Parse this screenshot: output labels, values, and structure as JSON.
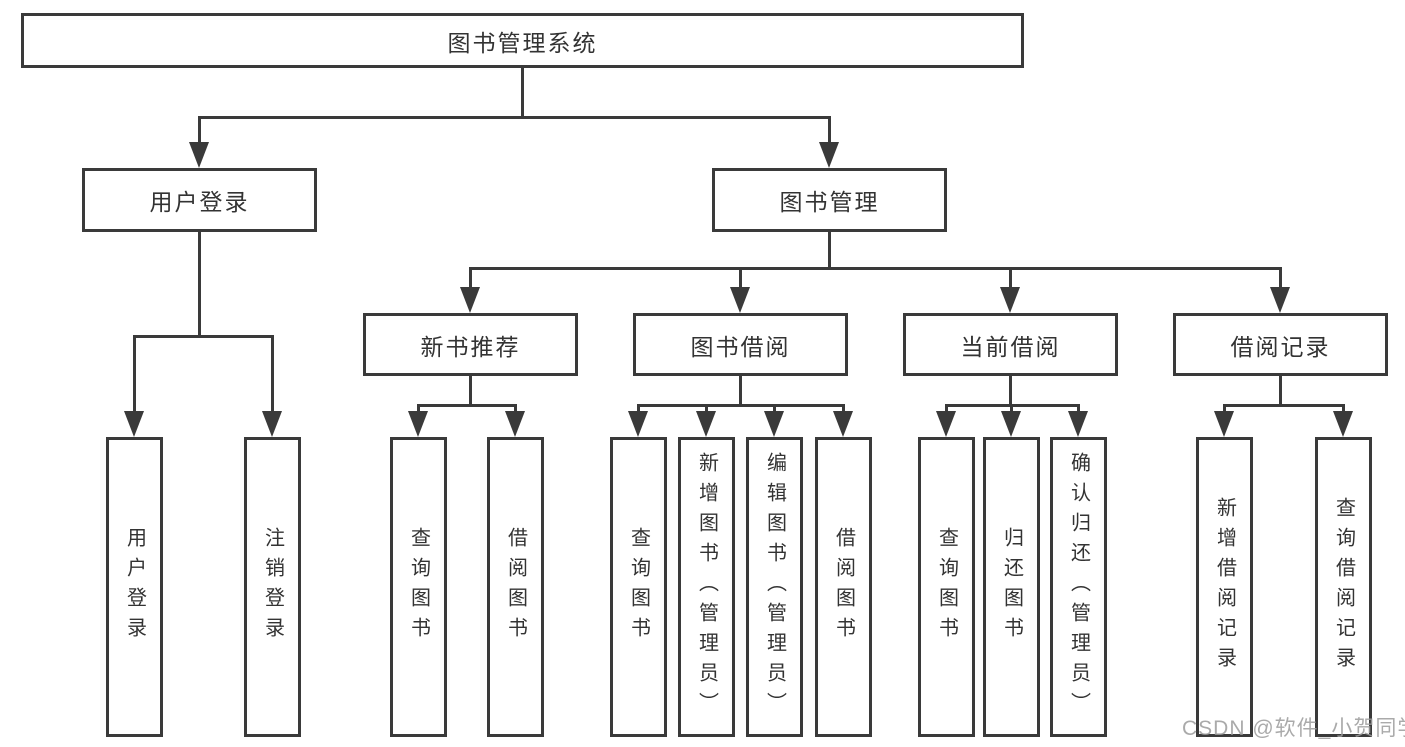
{
  "diagram": {
    "root_label": "图书管理系统",
    "level2": {
      "user_login": "用户登录",
      "book_management": "图书管理"
    },
    "level3": {
      "new_book_recommend": "新书推荐",
      "book_borrowing": "图书借阅",
      "current_borrowing": "当前借阅",
      "borrowing_records": "借阅记录"
    },
    "leaves": {
      "user_login": "用户登录",
      "logout": "注销登录",
      "recommend_query_books": "查询图书",
      "recommend_borrow_books": "借阅图书",
      "borrowing_query_books": "查询图书",
      "borrowing_add_books": "新增图书（管理员）",
      "borrowing_edit_books": "编辑图书（管理员）",
      "borrowing_borrow_books": "借阅图书",
      "current_query_books": "查询图书",
      "current_return_books": "归还图书",
      "current_confirm_return": "确认归还（管理员）",
      "records_add_record": "新增借阅记录",
      "records_query_record": "查询借阅记录"
    }
  },
  "watermark": "CSDN @软件_小贺同学",
  "colors": {
    "line": "#3a3a3a",
    "text": "#333333",
    "watermark": "#9c9c9c",
    "background": "#ffffff"
  }
}
